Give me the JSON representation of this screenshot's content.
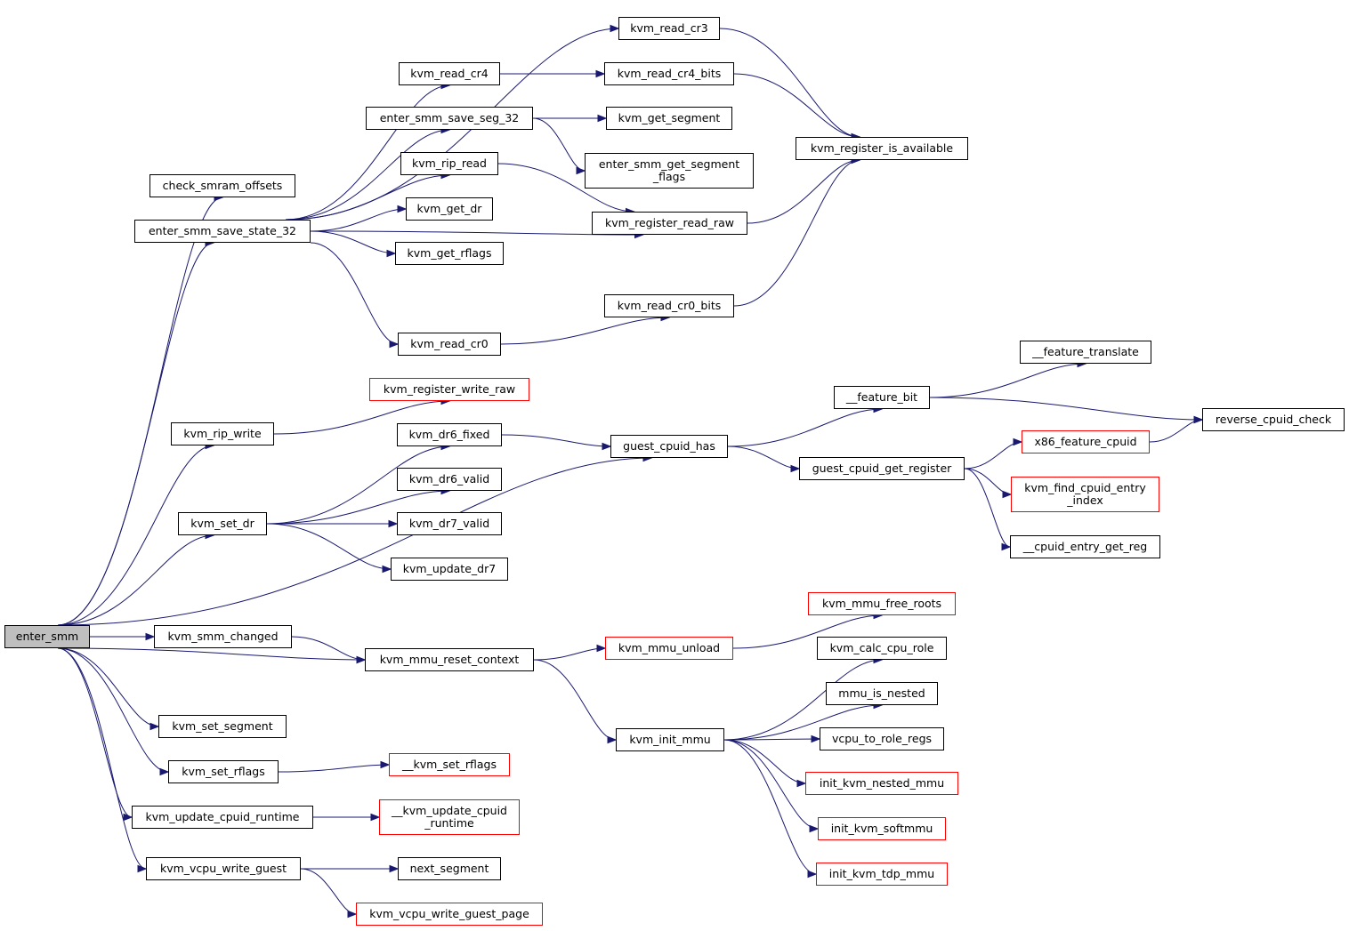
{
  "graph": {
    "edge_color": "#191970",
    "missing_border_color": "#ff0000",
    "root_fill": "#bfbfbf",
    "nodes": {
      "enter_smm": {
        "label": "enter_smm",
        "kind": "root"
      },
      "check_smram_offsets": {
        "label": "check_smram_offsets",
        "kind": "normal"
      },
      "enter_smm_save_state_32": {
        "label": "enter_smm_save_state_32",
        "kind": "normal"
      },
      "kvm_read_cr3": {
        "label": "kvm_read_cr3",
        "kind": "normal"
      },
      "kvm_read_cr4": {
        "label": "kvm_read_cr4",
        "kind": "normal"
      },
      "kvm_read_cr4_bits": {
        "label": "kvm_read_cr4_bits",
        "kind": "normal"
      },
      "enter_smm_save_seg_32": {
        "label": "enter_smm_save_seg_32",
        "kind": "normal"
      },
      "kvm_get_segment": {
        "label": "kvm_get_segment",
        "kind": "normal"
      },
      "enter_smm_get_segment_flags": {
        "label": "enter_smm_get_segment\n_flags",
        "kind": "normal"
      },
      "kvm_register_is_available": {
        "label": "kvm_register_is_available",
        "kind": "normal"
      },
      "kvm_rip_read": {
        "label": "kvm_rip_read",
        "kind": "normal"
      },
      "kvm_register_read_raw": {
        "label": "kvm_register_read_raw",
        "kind": "normal"
      },
      "kvm_get_dr": {
        "label": "kvm_get_dr",
        "kind": "normal"
      },
      "kvm_get_rflags": {
        "label": "kvm_get_rflags",
        "kind": "normal"
      },
      "kvm_read_cr0_bits": {
        "label": "kvm_read_cr0_bits",
        "kind": "normal"
      },
      "kvm_read_cr0": {
        "label": "kvm_read_cr0",
        "kind": "normal"
      },
      "kvm_register_write_raw": {
        "label": "kvm_register_write_raw",
        "kind": "missing"
      },
      "kvm_rip_write": {
        "label": "kvm_rip_write",
        "kind": "normal"
      },
      "feature_translate": {
        "label": "__feature_translate",
        "kind": "normal"
      },
      "feature_bit": {
        "label": "__feature_bit",
        "kind": "normal"
      },
      "reverse_cpuid_check": {
        "label": "reverse_cpuid_check",
        "kind": "normal"
      },
      "kvm_dr6_fixed": {
        "label": "kvm_dr6_fixed",
        "kind": "normal"
      },
      "guest_cpuid_has": {
        "label": "guest_cpuid_has",
        "kind": "normal"
      },
      "x86_feature_cpuid": {
        "label": "x86_feature_cpuid",
        "kind": "missing"
      },
      "guest_cpuid_get_register": {
        "label": "guest_cpuid_get_register",
        "kind": "normal"
      },
      "kvm_dr6_valid": {
        "label": "kvm_dr6_valid",
        "kind": "normal"
      },
      "kvm_find_cpuid_entry_index": {
        "label": "kvm_find_cpuid_entry\n_index",
        "kind": "missing"
      },
      "kvm_set_dr": {
        "label": "kvm_set_dr",
        "kind": "normal"
      },
      "kvm_dr7_valid": {
        "label": "kvm_dr7_valid",
        "kind": "normal"
      },
      "cpuid_entry_get_reg": {
        "label": "__cpuid_entry_get_reg",
        "kind": "normal"
      },
      "kvm_update_dr7": {
        "label": "kvm_update_dr7",
        "kind": "normal"
      },
      "kvm_mmu_free_roots": {
        "label": "kvm_mmu_free_roots",
        "kind": "missing"
      },
      "kvm_smm_changed": {
        "label": "kvm_smm_changed",
        "kind": "normal"
      },
      "kvm_mmu_unload": {
        "label": "kvm_mmu_unload",
        "kind": "missing"
      },
      "kvm_calc_cpu_role": {
        "label": "kvm_calc_cpu_role",
        "kind": "normal"
      },
      "kvm_mmu_reset_context": {
        "label": "kvm_mmu_reset_context",
        "kind": "normal"
      },
      "mmu_is_nested": {
        "label": "mmu_is_nested",
        "kind": "normal"
      },
      "kvm_set_segment": {
        "label": "kvm_set_segment",
        "kind": "normal"
      },
      "kvm_init_mmu": {
        "label": "kvm_init_mmu",
        "kind": "normal"
      },
      "vcpu_to_role_regs": {
        "label": "vcpu_to_role_regs",
        "kind": "normal"
      },
      "kvm_set_rflags": {
        "label": "kvm_set_rflags",
        "kind": "normal"
      },
      "kvm_set_rflags_x": {
        "label": "__kvm_set_rflags",
        "kind": "missing"
      },
      "init_kvm_nested_mmu": {
        "label": "init_kvm_nested_mmu",
        "kind": "missing"
      },
      "kvm_update_cpuid_runtime": {
        "label": "kvm_update_cpuid_runtime",
        "kind": "normal"
      },
      "kvm_update_cpuid_runtime_x": {
        "label": "__kvm_update_cpuid\n_runtime",
        "kind": "missing"
      },
      "init_kvm_softmmu": {
        "label": "init_kvm_softmmu",
        "kind": "missing"
      },
      "kvm_vcpu_write_guest": {
        "label": "kvm_vcpu_write_guest",
        "kind": "normal"
      },
      "next_segment": {
        "label": "next_segment",
        "kind": "normal"
      },
      "init_kvm_tdp_mmu": {
        "label": "init_kvm_tdp_mmu",
        "kind": "missing"
      },
      "kvm_vcpu_write_guest_page": {
        "label": "kvm_vcpu_write_guest_page",
        "kind": "missing"
      }
    },
    "edges": [
      [
        "enter_smm",
        "check_smram_offsets"
      ],
      [
        "enter_smm",
        "enter_smm_save_state_32"
      ],
      [
        "enter_smm",
        "kvm_rip_write"
      ],
      [
        "enter_smm",
        "kvm_set_dr"
      ],
      [
        "enter_smm",
        "guest_cpuid_has"
      ],
      [
        "enter_smm",
        "kvm_smm_changed"
      ],
      [
        "enter_smm",
        "kvm_mmu_reset_context"
      ],
      [
        "enter_smm",
        "kvm_set_segment"
      ],
      [
        "enter_smm",
        "kvm_set_rflags"
      ],
      [
        "enter_smm",
        "kvm_update_cpuid_runtime"
      ],
      [
        "enter_smm",
        "kvm_vcpu_write_guest"
      ],
      [
        "enter_smm_save_state_32",
        "kvm_read_cr3"
      ],
      [
        "enter_smm_save_state_32",
        "kvm_read_cr4"
      ],
      [
        "enter_smm_save_state_32",
        "enter_smm_save_seg_32"
      ],
      [
        "enter_smm_save_state_32",
        "kvm_rip_read"
      ],
      [
        "enter_smm_save_state_32",
        "kvm_get_dr"
      ],
      [
        "enter_smm_save_state_32",
        "kvm_get_rflags"
      ],
      [
        "enter_smm_save_state_32",
        "kvm_register_read_raw"
      ],
      [
        "enter_smm_save_state_32",
        "kvm_read_cr0"
      ],
      [
        "kvm_read_cr3",
        "kvm_register_is_available"
      ],
      [
        "kvm_read_cr4",
        "kvm_read_cr4_bits"
      ],
      [
        "kvm_read_cr4_bits",
        "kvm_register_is_available"
      ],
      [
        "enter_smm_save_seg_32",
        "kvm_get_segment"
      ],
      [
        "enter_smm_save_seg_32",
        "enter_smm_get_segment_flags"
      ],
      [
        "kvm_rip_read",
        "kvm_register_read_raw"
      ],
      [
        "kvm_register_read_raw",
        "kvm_register_is_available"
      ],
      [
        "kvm_read_cr0",
        "kvm_read_cr0_bits"
      ],
      [
        "kvm_read_cr0_bits",
        "kvm_register_is_available"
      ],
      [
        "kvm_rip_write",
        "kvm_register_write_raw"
      ],
      [
        "kvm_set_dr",
        "kvm_dr6_fixed"
      ],
      [
        "kvm_set_dr",
        "kvm_dr6_valid"
      ],
      [
        "kvm_set_dr",
        "kvm_dr7_valid"
      ],
      [
        "kvm_set_dr",
        "kvm_update_dr7"
      ],
      [
        "kvm_dr6_fixed",
        "guest_cpuid_has"
      ],
      [
        "guest_cpuid_has",
        "feature_bit"
      ],
      [
        "guest_cpuid_has",
        "guest_cpuid_get_register"
      ],
      [
        "feature_bit",
        "feature_translate"
      ],
      [
        "feature_bit",
        "reverse_cpuid_check"
      ],
      [
        "guest_cpuid_get_register",
        "x86_feature_cpuid"
      ],
      [
        "guest_cpuid_get_register",
        "kvm_find_cpuid_entry_index"
      ],
      [
        "guest_cpuid_get_register",
        "cpuid_entry_get_reg"
      ],
      [
        "x86_feature_cpuid",
        "reverse_cpuid_check"
      ],
      [
        "kvm_smm_changed",
        "kvm_mmu_reset_context"
      ],
      [
        "kvm_mmu_reset_context",
        "kvm_mmu_unload"
      ],
      [
        "kvm_mmu_reset_context",
        "kvm_init_mmu"
      ],
      [
        "kvm_mmu_unload",
        "kvm_mmu_free_roots"
      ],
      [
        "kvm_init_mmu",
        "kvm_calc_cpu_role"
      ],
      [
        "kvm_init_mmu",
        "mmu_is_nested"
      ],
      [
        "kvm_init_mmu",
        "vcpu_to_role_regs"
      ],
      [
        "kvm_init_mmu",
        "init_kvm_nested_mmu"
      ],
      [
        "kvm_init_mmu",
        "init_kvm_softmmu"
      ],
      [
        "kvm_init_mmu",
        "init_kvm_tdp_mmu"
      ],
      [
        "kvm_set_rflags",
        "kvm_set_rflags_x"
      ],
      [
        "kvm_update_cpuid_runtime",
        "kvm_update_cpuid_runtime_x"
      ],
      [
        "kvm_vcpu_write_guest",
        "next_segment"
      ],
      [
        "kvm_vcpu_write_guest",
        "kvm_vcpu_write_guest_page"
      ]
    ]
  }
}
